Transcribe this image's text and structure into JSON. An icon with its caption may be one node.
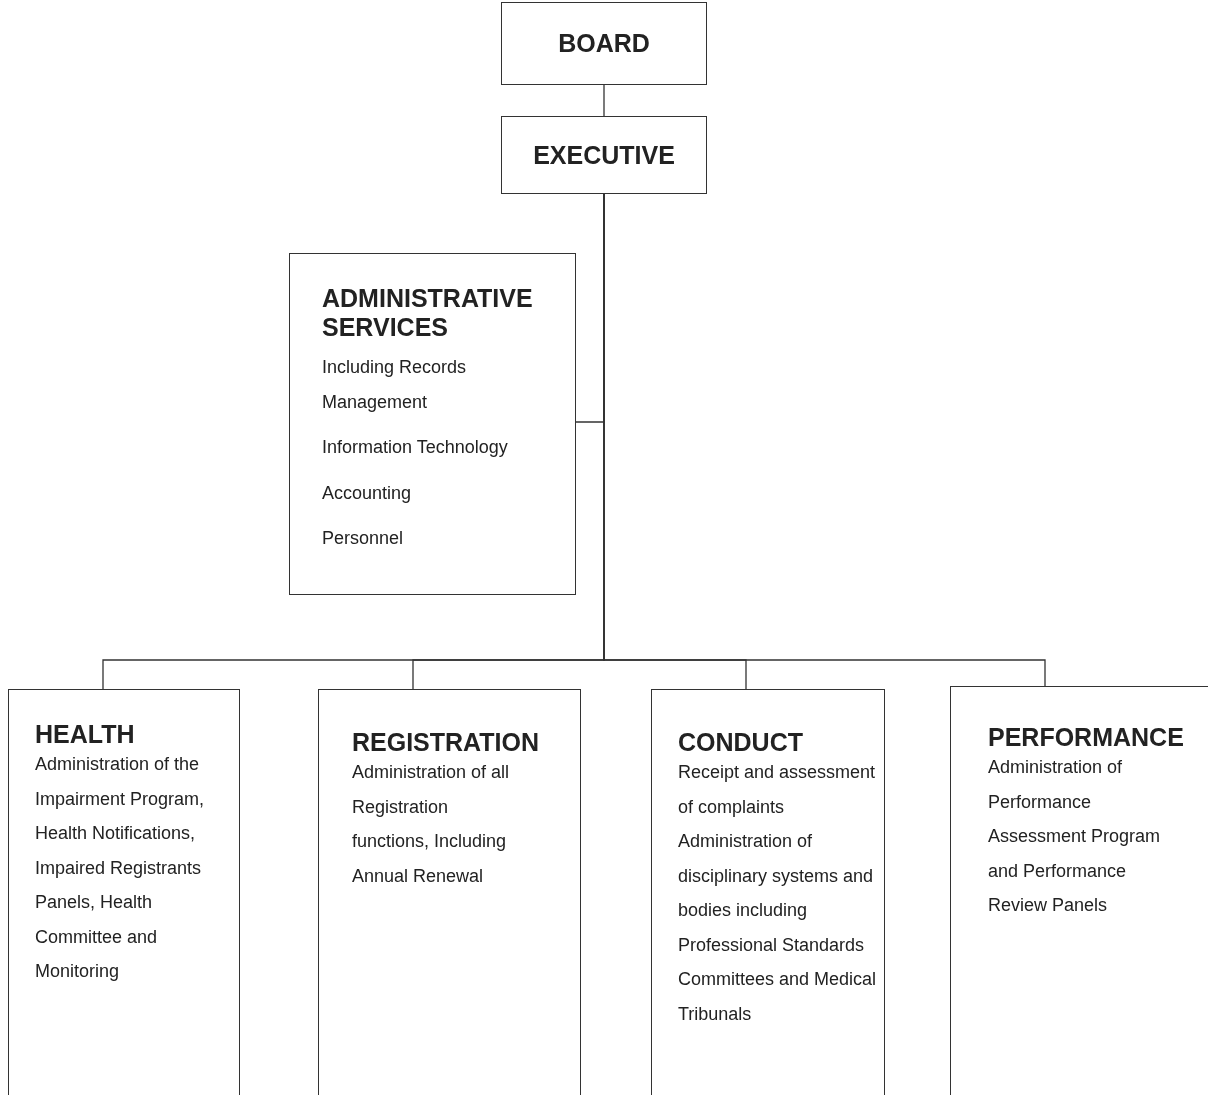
{
  "diagram": {
    "nodes": [
      {
        "text": [
          "BOARD"
        ]
      },
      {
        "text": [
          "EXECUTIVE"
        ]
      },
      {
        "text": [
          "ADMINISTRATIVE SERVICES",
          "Including Records Management",
          "Information Technology",
          "Accounting",
          "Personnel"
        ]
      },
      {
        "text": [
          "HEALTH",
          "Administration of the Impairment Program, Health Notifications, Impaired Registrants Panels, Health Committee and Monitoring"
        ]
      },
      {
        "text": [
          "REGISTRATION",
          "Administration of all Registration functions, Including Annual Renewal"
        ]
      },
      {
        "text": [
          "CONDUCT",
          "Receipt and assessment of complaints",
          "Administration of disciplinary systems and bodies including Professional Standards Committees and Medical Tribunals"
        ]
      },
      {
        "text": [
          "PERFORMANCE",
          "Administration of Performance Assessment Program and Performance Review Panels"
        ]
      }
    ],
    "edges": [
      {
        "from": 0,
        "to": 1,
        "arrow": "none"
      },
      {
        "from": 1,
        "to": 2,
        "arrow": "none"
      },
      {
        "from": 1,
        "to": 3,
        "arrow": "none"
      },
      {
        "from": 1,
        "to": 4,
        "arrow": "none"
      },
      {
        "from": 1,
        "to": 5,
        "arrow": "none"
      },
      {
        "from": 1,
        "to": 6,
        "arrow": "none"
      }
    ]
  }
}
